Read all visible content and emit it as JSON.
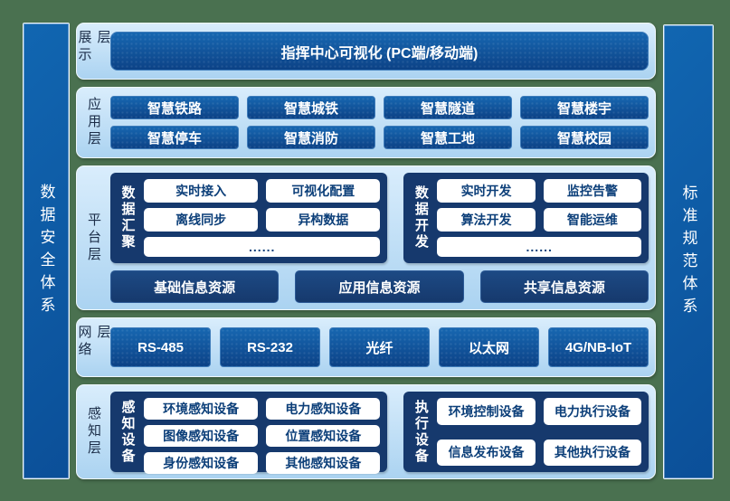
{
  "colors": {
    "background": "#4a7150",
    "panel_light_blue": "#bcdcf6",
    "box_blue": "#0d4f9a",
    "box_navy": "#16396d",
    "white_box_text": "#0c3f79",
    "text_white": "#ffffff"
  },
  "sidebars": {
    "left": "数据安全体系",
    "right": "标准规范体系"
  },
  "display_layer": {
    "label": "展示层",
    "box": "指挥中心可视化 (PC端/移动端)"
  },
  "application_layer": {
    "label": "应用层",
    "boxes": [
      "智慧铁路",
      "智慧城铁",
      "智慧隧道",
      "智慧楼宇",
      "智慧停车",
      "智慧消防",
      "智慧工地",
      "智慧校园"
    ]
  },
  "platform_layer": {
    "label": "平台层",
    "groups": [
      {
        "label": "数据汇聚",
        "boxes": [
          "实时接入",
          "可视化配置",
          "离线同步",
          "异构数据"
        ],
        "more": "......"
      },
      {
        "label": "数据开发",
        "boxes": [
          "实时开发",
          "监控告警",
          "算法开发",
          "智能运维"
        ],
        "more": "......"
      }
    ],
    "resources": [
      "基础信息资源",
      "应用信息资源",
      "共享信息资源"
    ]
  },
  "network_layer": {
    "label": "网络层",
    "boxes": [
      "RS-485",
      "RS-232",
      "光纤",
      "以太网",
      "4G/NB-IoT"
    ]
  },
  "perception_layer": {
    "label": "感知层",
    "groups": [
      {
        "label": "感知设备",
        "boxes": [
          "环境感知设备",
          "电力感知设备",
          "图像感知设备",
          "位置感知设备",
          "身份感知设备",
          "其他感知设备"
        ]
      },
      {
        "label": "执行设备",
        "boxes": [
          "环境控制设备",
          "电力执行设备",
          "信息发布设备",
          "其他执行设备"
        ]
      }
    ]
  }
}
